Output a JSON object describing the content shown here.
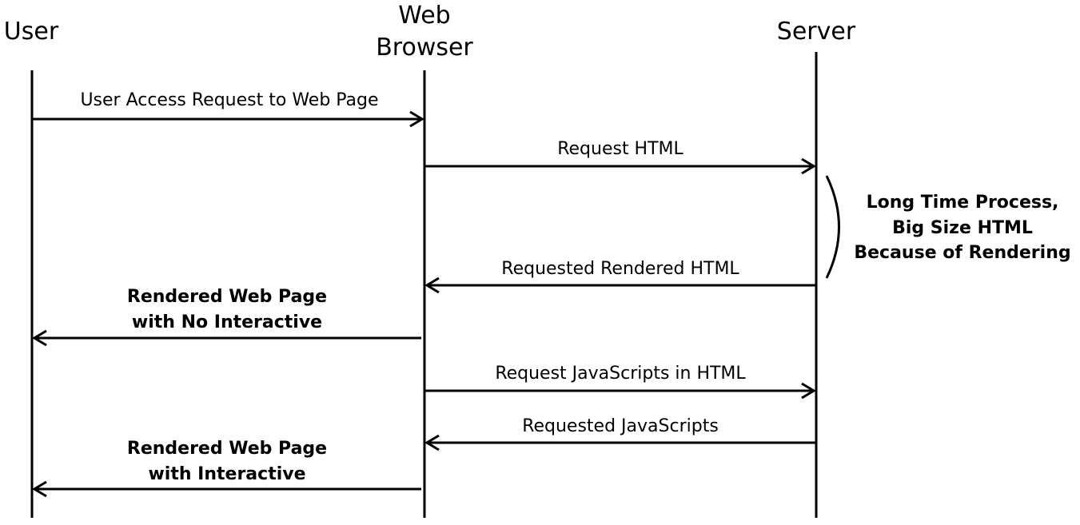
{
  "actors": {
    "user": "User",
    "browser_line1": "Web",
    "browser_line2": "Browser",
    "server": "Server"
  },
  "messages": {
    "m1": "User Access Request to Web Page",
    "m2": "Request HTML",
    "m3": "Requested Rendered HTML",
    "m4_line1": "Rendered Web Page",
    "m4_line2": "with No Interactive",
    "m5": "Request JavaScripts in HTML",
    "m6": "Requested JavaScripts",
    "m7_line1": "Rendered Web Page",
    "m7_line2": "with Interactive"
  },
  "note": {
    "line1": "Long Time Process,",
    "line2": "Big Size HTML",
    "line3": "Because of Rendering"
  }
}
